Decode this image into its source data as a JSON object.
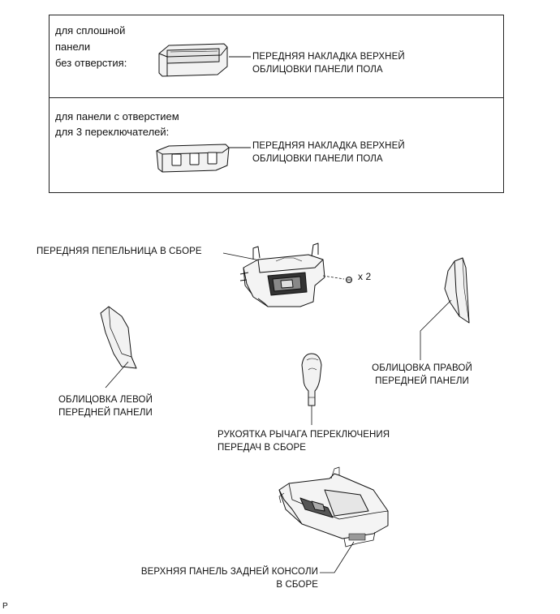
{
  "top_box": {
    "section1": {
      "condition_lines": [
        "для сплошной",
        "панели",
        "без отверстия:"
      ],
      "part_lines": [
        "ПЕРЕДНЯЯ НАКЛАДКА ВЕРХНЕЙ",
        "ОБЛИЦОВКИ ПАНЕЛИ ПОЛА"
      ]
    },
    "section2": {
      "condition_lines": [
        "для панели с отверстием",
        "для 3 переключателей:"
      ],
      "part_lines": [
        "ПЕРЕДНЯЯ НАКЛАДКА ВЕРХНЕЙ",
        "ОБЛИЦОВКИ ПАНЕЛИ ПОЛА"
      ]
    }
  },
  "parts": {
    "ashtray": {
      "label": "ПЕРЕДНЯЯ ПЕПЕЛЬНИЦА В СБОРЕ"
    },
    "screw": {
      "quantity": "x 2"
    },
    "right_panel": {
      "label_lines": [
        "ОБЛИЦОВКА ПРАВОЙ",
        "ПЕРЕДНЕЙ ПАНЕЛИ"
      ]
    },
    "left_panel": {
      "label_lines": [
        "ОБЛИЦОВКА ЛЕВОЙ",
        "ПЕРЕДНЕЙ ПАНЕЛИ"
      ]
    },
    "shift_knob": {
      "label_lines": [
        "РУКОЯТКА РЫЧАГА ПЕРЕКЛЮЧЕНИЯ",
        "ПЕРЕДАЧ В СБОРЕ"
      ]
    },
    "rear_console": {
      "label_lines": [
        "ВЕРХНЯЯ ПАНЕЛЬ ЗАДНЕЙ КОНСОЛИ",
        "В СБОРЕ"
      ]
    }
  },
  "corner_mark": "P"
}
